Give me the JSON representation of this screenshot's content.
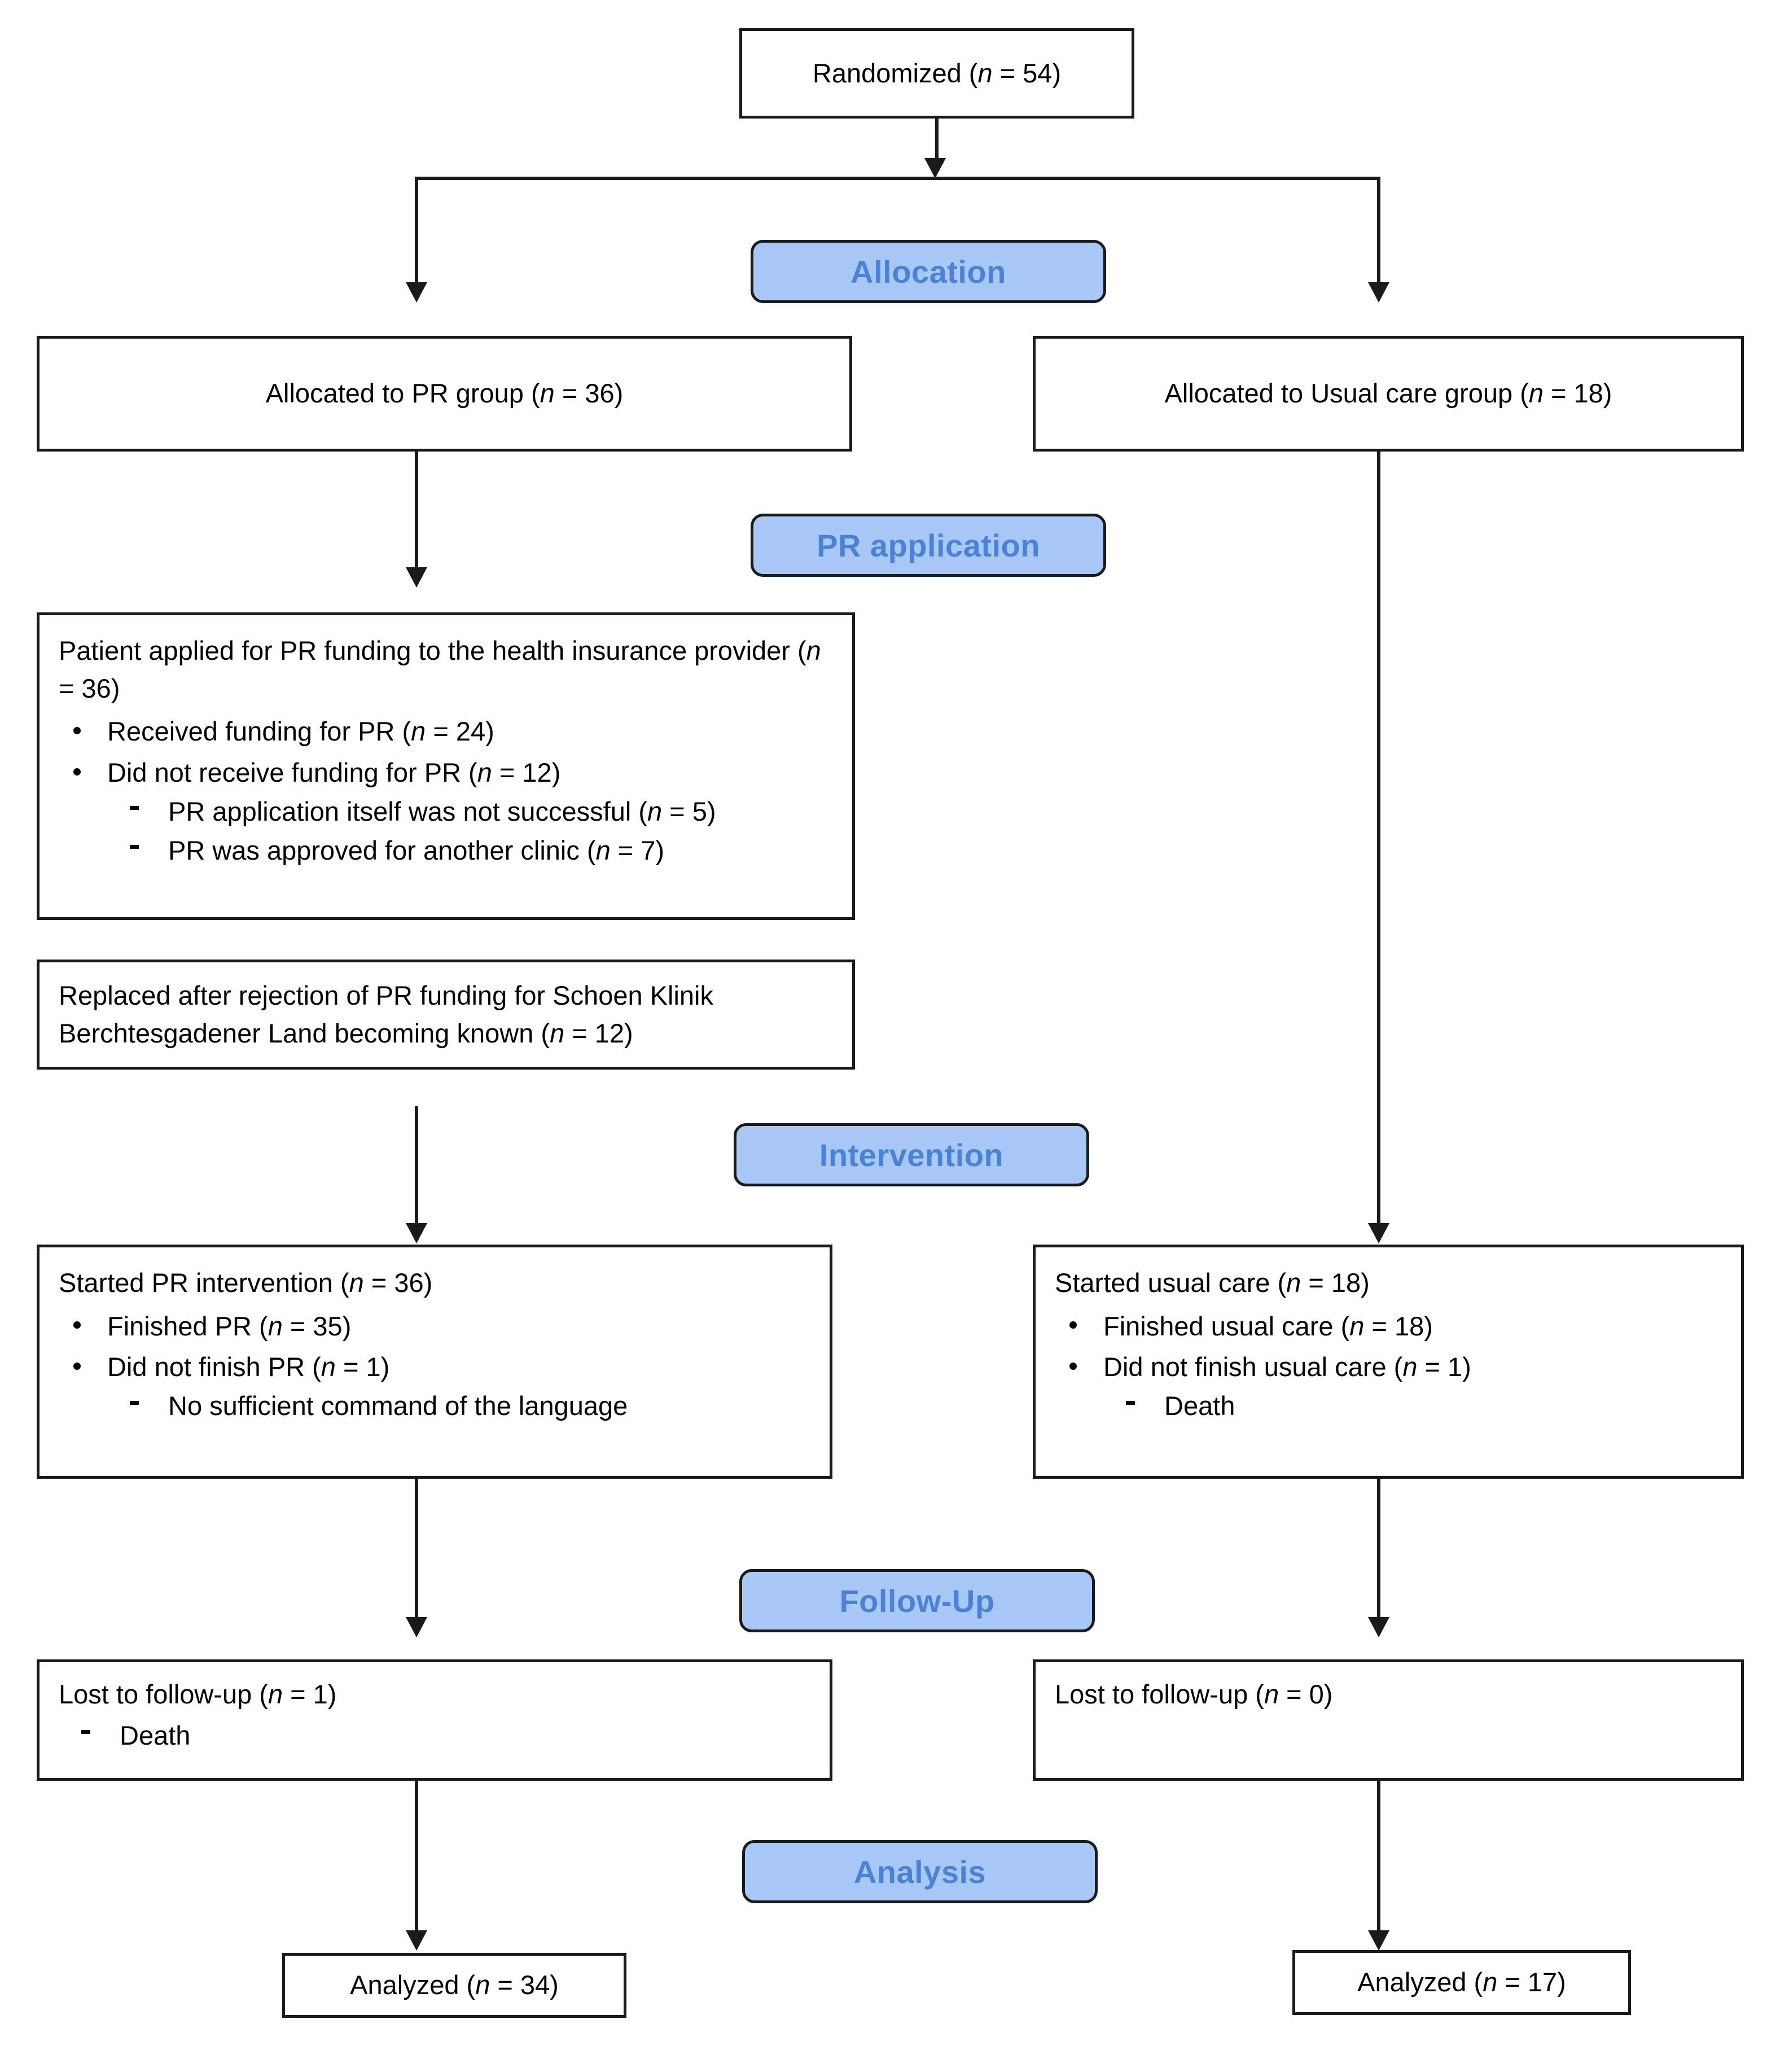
{
  "diagram": {
    "title": "CONSORT participant flow diagram",
    "accent_blue_fill": "#a8c8f8",
    "accent_blue_text": "#4a82d8",
    "border_color": "#1a1a1a"
  },
  "stages": {
    "allocation": "Allocation",
    "pr_application": "PR application",
    "intervention": "Intervention",
    "follow_up": "Follow-Up",
    "analysis": "Analysis"
  },
  "nodes": {
    "randomized": "Randomized (n = 54)",
    "allocated_pr": "Allocated to PR group (n = 36)",
    "allocated_usual": "Allocated to Usual care group (n = 18)",
    "pr_funding": {
      "lead": "Patient applied for PR funding to the health insurance provider (n = 36)",
      "bullets": [
        {
          "text": "Received funding for PR (n = 24)",
          "subs": []
        },
        {
          "text": "Did not receive funding for PR (n = 12)",
          "subs": [
            "PR application itself was not successful (n = 5)",
            "PR was approved for another clinic (n = 7)"
          ]
        }
      ]
    },
    "replaced": "Replaced after rejection of PR funding for Schoen Klinik Berchtesgadener Land becoming known (n = 12)",
    "started_pr": {
      "lead": "Started PR intervention (n = 36)",
      "bullets": [
        {
          "text": "Finished PR (n = 35)",
          "subs": []
        },
        {
          "text": "Did not finish PR (n = 1)",
          "subs": [
            "No sufficient command of the language"
          ]
        }
      ]
    },
    "started_usual": {
      "lead": "Started usual care (n = 18)",
      "bullets": [
        {
          "text": "Finished usual care (n = 18)",
          "subs": []
        },
        {
          "text": "Did not finish usual care (n = 1)",
          "subs": [
            "Death"
          ]
        }
      ]
    },
    "lost_pr": {
      "lead": "Lost to follow-up (n = 1)",
      "subs": [
        "Death"
      ]
    },
    "lost_usual": {
      "lead": "Lost to follow-up (n = 0)"
    },
    "analyzed_pr": "Analyzed  (n = 34)",
    "analyzed_usual": "Analyzed  (n = 17)"
  },
  "flow_data": {
    "randomized_total": 54,
    "arms": [
      {
        "name": "PR group",
        "allocated": 36,
        "started": 36,
        "finished": 35,
        "did_not_finish": 1,
        "lost_to_follow_up": 1,
        "analyzed": 34
      },
      {
        "name": "Usual care group",
        "allocated": 18,
        "started": 18,
        "finished": 18,
        "did_not_finish": 1,
        "lost_to_follow_up": 0,
        "analyzed": 17
      }
    ],
    "pr_funding": {
      "applied": 36,
      "received": 24,
      "not_received": 12,
      "application_unsuccessful": 5,
      "approved_other_clinic": 7,
      "replaced": 12
    }
  }
}
